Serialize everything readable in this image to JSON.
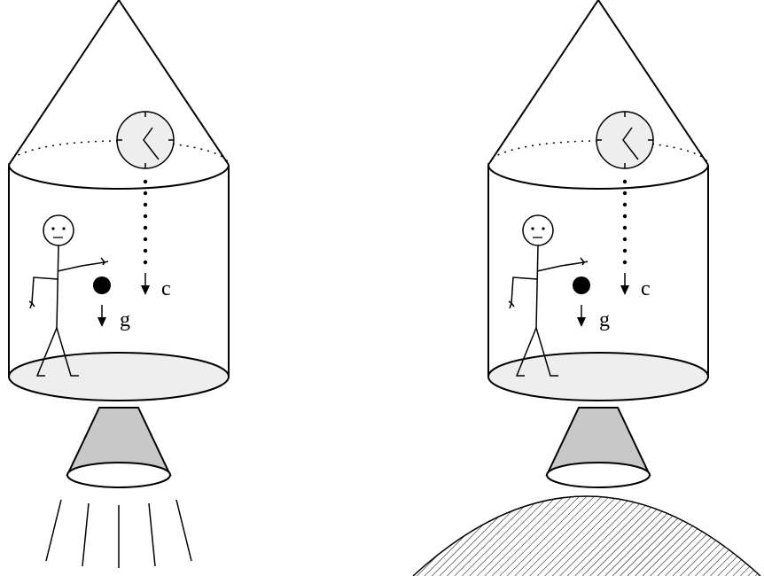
{
  "figure": {
    "panels": [
      {
        "name": "accelerating-rocket",
        "light_label": "c",
        "gravity_label": "g",
        "base": "exhaust"
      },
      {
        "name": "rocket-on-planet",
        "light_label": "c",
        "gravity_label": "g",
        "base": "planet"
      }
    ],
    "colors": {
      "clock_face": "#eeeeee",
      "floor": "#eeeeee",
      "nozzle": "#c8c8c8",
      "ball": "#000000",
      "line": "#000000"
    },
    "icons": [
      "clock-icon",
      "person-icon",
      "ball-icon",
      "arrow-down-icon"
    ]
  }
}
